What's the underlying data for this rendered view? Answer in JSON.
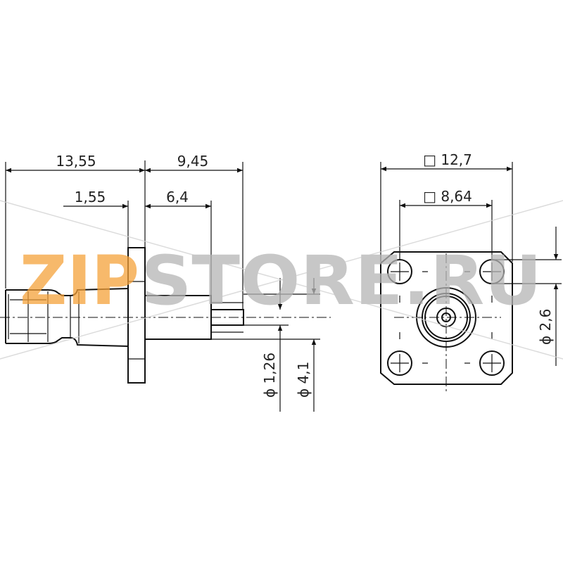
{
  "watermark": {
    "text_orange": "ZIP",
    "text_gray": "STORE.RU",
    "color_orange": "#f5a23a",
    "color_gray": "#b5b5b5"
  },
  "dimensions": {
    "overall_length": "13,55",
    "flange_to_pin": "9,45",
    "flange_thickness": "1,55",
    "pin_length": "6,4",
    "pin_diameter": "ϕ 1,26",
    "insulator_diameter": "ϕ 4,1",
    "flange_square": "□ 12,7",
    "hole_spacing": "□ 8,64",
    "hole_diameter": "ϕ 2,6"
  }
}
